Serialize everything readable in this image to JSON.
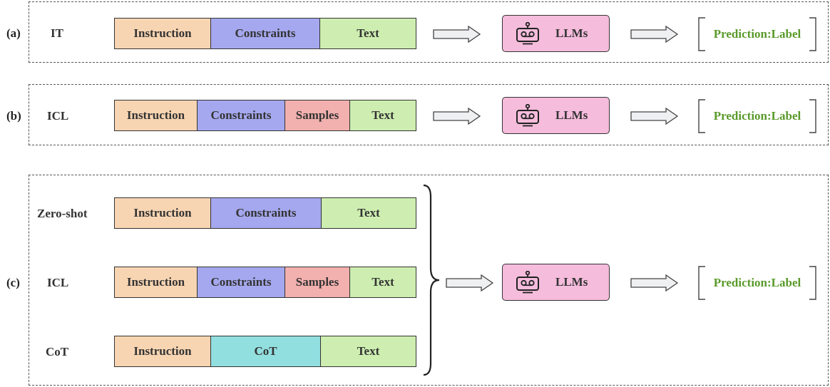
{
  "panels": {
    "a": {
      "panel_label": "(a)",
      "method": "IT",
      "segments": [
        "Instruction",
        "Constraints",
        "Text"
      ],
      "model": "LLMs",
      "output": "Prediction:Label"
    },
    "b": {
      "panel_label": "(b)",
      "method": "ICL",
      "segments": [
        "Instruction",
        "Constraints",
        "Samples",
        "Text"
      ],
      "model": "LLMs",
      "output": "Prediction:Label"
    },
    "c": {
      "panel_label": "(c)",
      "rows": [
        {
          "method": "Zero-shot",
          "segments": [
            "Instruction",
            "Constraints",
            "Text"
          ]
        },
        {
          "method": "ICL",
          "segments": [
            "Instruction",
            "Constraints",
            "Samples",
            "Text"
          ]
        },
        {
          "method": "CoT",
          "segments": [
            "Instruction",
            "CoT",
            "Text"
          ]
        }
      ],
      "model": "LLMs",
      "output": "Prediction:Label"
    }
  },
  "colors": {
    "instruction": "#f8d5b2",
    "constraints": "#a5a8ee",
    "samples": "#f2b0ae",
    "text": "#cdeeb0",
    "cot": "#92dfe0",
    "llm_box": "#f5bcdc",
    "prediction_text": "#5a9a2a"
  },
  "icons": {
    "model_icon": "robot-icon",
    "flow_arrow": "right-arrow-icon"
  }
}
